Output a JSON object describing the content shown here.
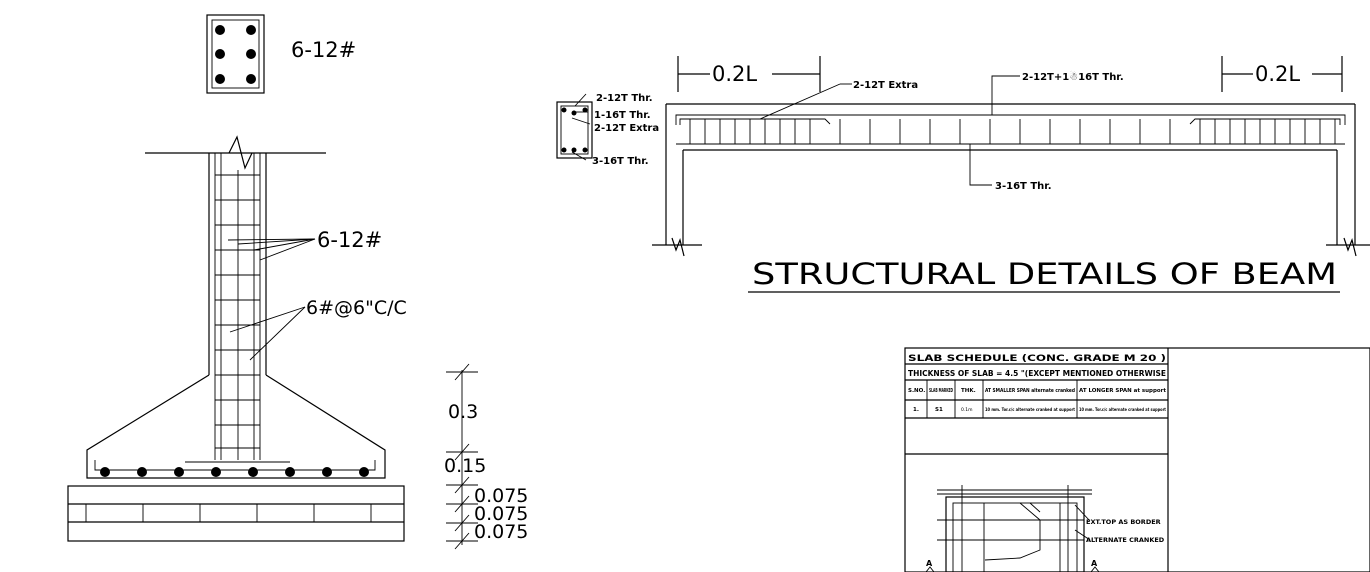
{
  "column": {
    "section_label": "6-12#",
    "main_bar_label": "6-12#",
    "tie_label": "6#@6\"C/C"
  },
  "footing_dims": {
    "d1": "0.3",
    "d2": "0.15",
    "d3": "0.075",
    "d4": "0.075",
    "d5": "0.075"
  },
  "beam": {
    "left_span_label": "0.2L",
    "right_span_label": "0.2L",
    "extra_label": "2-12T Extra",
    "top_label": "2-12T+1☃16T Thr.",
    "bottom_label": "3-16T Thr.",
    "section_labels": [
      "2-12T Thr.",
      "1-16T Thr.",
      "2-12T Extra",
      "3-16T Thr."
    ],
    "title": "STRUCTURAL  DETAILS  OF  BEAM"
  },
  "slab": {
    "title": "SLAB SCHEDULE (CONC. GRADE M 20 )",
    "thickness": "THICKNESS OF SLAB = 4.5 \"(EXCEPT MENTIONED OTHERWISE",
    "headers": [
      "S.NO.",
      "SLAB MARKED",
      "THK.",
      "AT SMALLER SPAN alternate cranked",
      "AT LONGER SPAN at support"
    ],
    "row": [
      "1.",
      "S1",
      "0.1m",
      "10 mm. Tor.c/c alternate cranked at support",
      "10 mm. Tor.c/c alternate cranked at support"
    ],
    "note1": "EXT.TOP AS BORDER",
    "note2": "ALTERNATE CRANKED",
    "mark_a": "A"
  }
}
